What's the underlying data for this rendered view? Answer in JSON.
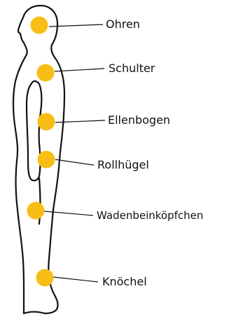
{
  "labels": {
    "ears": "Ohren",
    "shoulder": "Schulter",
    "elbow": "Ellenbogen",
    "trochanter": "Rollhügel",
    "fibula_head": "Wadenbeinköpfchen",
    "ankle": "Knöchel"
  },
  "colors": {
    "marker": "#f7be16",
    "outline": "#111111",
    "background": "#ffffff"
  }
}
